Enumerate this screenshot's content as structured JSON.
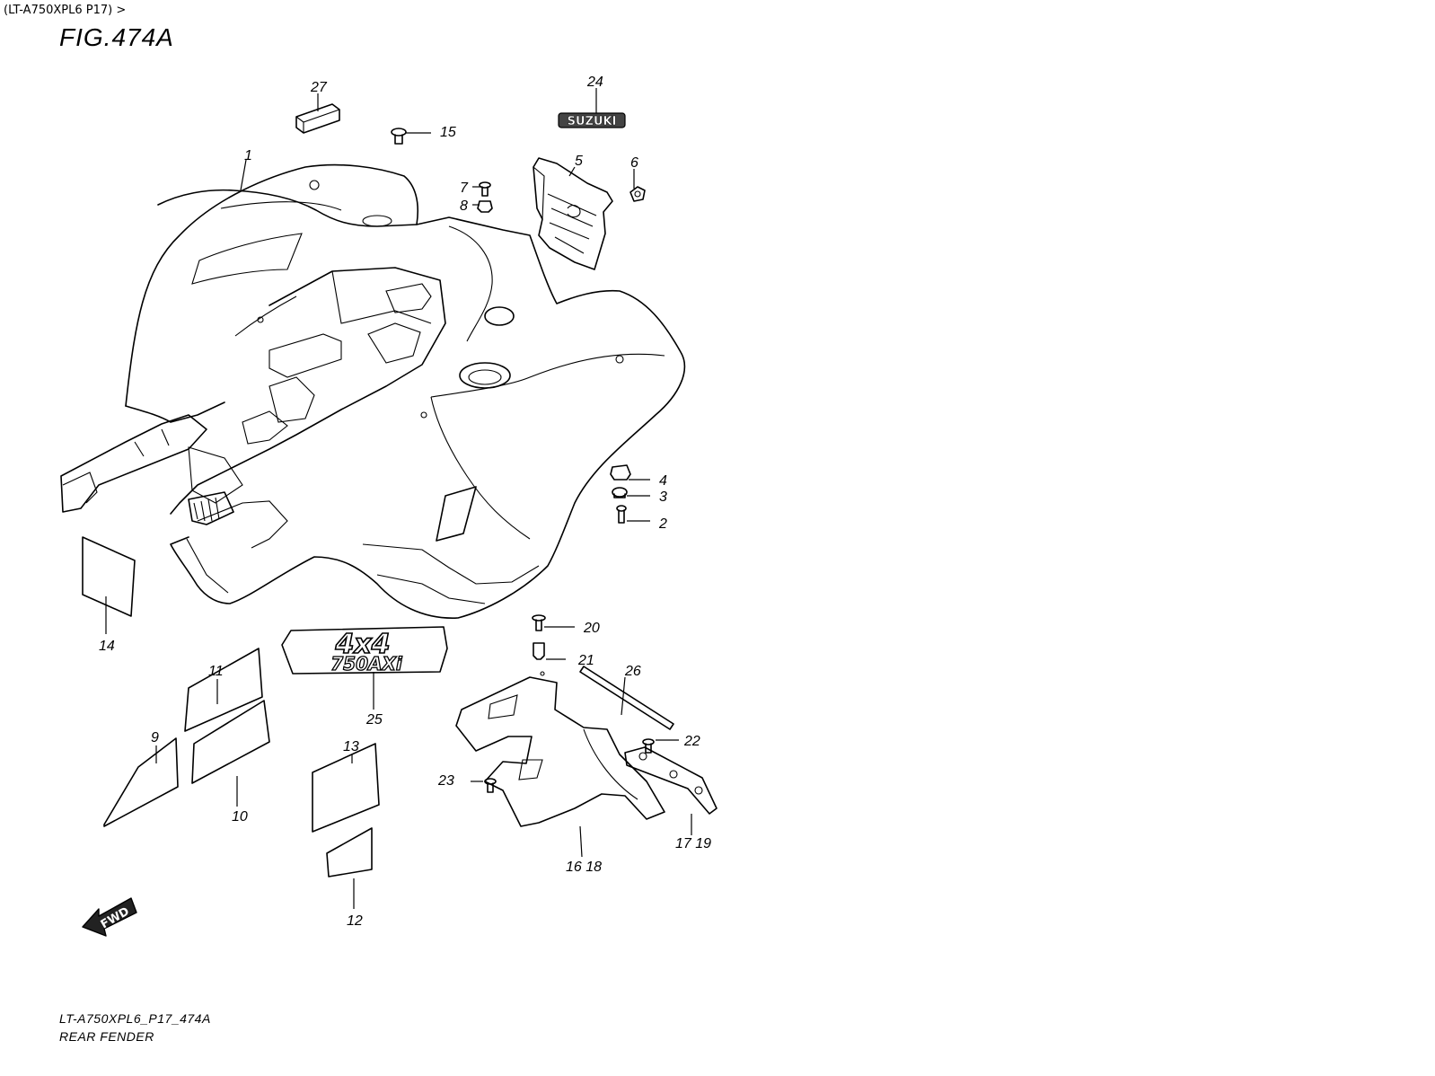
{
  "breadcrumb": "(LT-A750XPL6 P17) >",
  "figure": "FIG.474A",
  "footer": {
    "code": "LT-A750XPL6_P17_474A",
    "name": "REAR FENDER"
  },
  "emblems": {
    "suzuki": "SUZUKI",
    "model_top": "4x4",
    "model_bottom": "750AXi",
    "fwd": "FWD"
  },
  "callouts": {
    "c1": "1",
    "c2": "2",
    "c3": "3",
    "c4": "4",
    "c5": "5",
    "c6": "6",
    "c7": "7",
    "c8": "8",
    "c9": "9",
    "c10": "10",
    "c11": "11",
    "c12": "12",
    "c13": "13",
    "c14": "14",
    "c15": "15",
    "c16_18": "16 18",
    "c17_19": "17 19",
    "c20": "20",
    "c21": "21",
    "c22": "22",
    "c23": "23",
    "c24": "24",
    "c25": "25",
    "c26": "26",
    "c27": "27"
  }
}
